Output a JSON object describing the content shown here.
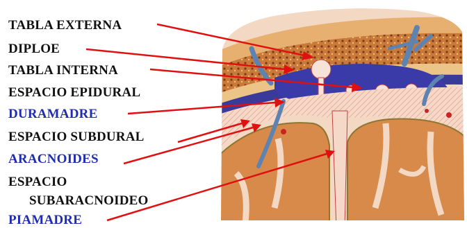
{
  "labels": {
    "tabla_externa": "TABLA EXTERNA",
    "diploe": "DIPLOE",
    "tabla_interna": "TABLA INTERNA",
    "espacio_epidural": "ESPACIO EPIDURAL",
    "duramadre": "DURAMADRE",
    "espacio_subdural": "ESPACIO SUBDURAL",
    "aracnoides": "ARACNOIDES",
    "espacio_subaracnoideo_1": "ESPACIO",
    "espacio_subaracnoideo_2": "SUBARACNOIDEO",
    "piamadre": "PIAMADRE"
  },
  "colors": {
    "label_black": "#111111",
    "label_blue": "#1f2db0",
    "pointer_red": "#e01010",
    "bone": "#e8b070",
    "diploe": "#b8662e",
    "dura": "#3a3a9a",
    "sinus": "#3a3aa8",
    "vessel": "#5f83b0",
    "brain": "#d78a4a",
    "sulcus": "#f3d8c4"
  }
}
